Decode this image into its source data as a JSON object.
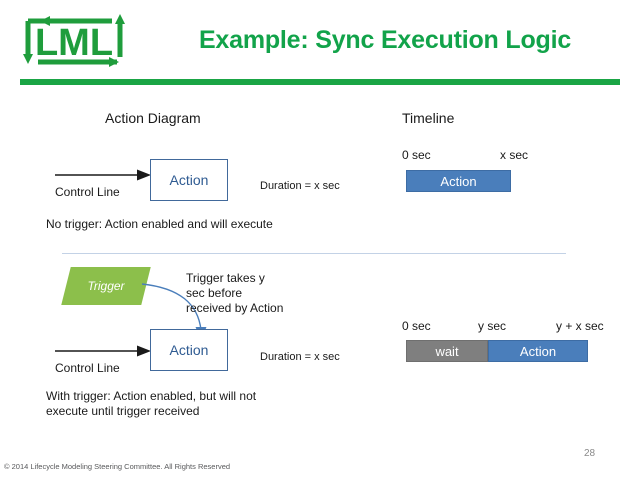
{
  "slide": {
    "title": "Example: Sync Execution Logic",
    "page_number": "28",
    "copyright": "© 2014 Lifecycle Modeling Steering Committee. All Rights Reserved",
    "logo_text": "LML",
    "brand_green": "#1aa545",
    "accent_blue": "#4a7ebb",
    "wait_gray": "#7f7f7f",
    "trigger_green": "#8cbf4b"
  },
  "columns": {
    "left_heading": "Action Diagram",
    "right_heading": "Timeline"
  },
  "case_no_trigger": {
    "control_line_label": "Control Line",
    "action_label": "Action",
    "duration_label": "Duration = x sec",
    "caption": "No trigger: Action enabled and will execute",
    "timeline": {
      "labels": [
        "0 sec",
        "x sec"
      ],
      "segments": [
        {
          "label": "Action",
          "style": "blue"
        }
      ]
    }
  },
  "case_with_trigger": {
    "trigger_label": "Trigger",
    "trigger_note": "Trigger takes y sec before received by Action",
    "trigger_note_lines": [
      "Trigger takes y",
      "sec before",
      "received by Action"
    ],
    "control_line_label": "Control Line",
    "action_label": "Action",
    "duration_label": "Duration = x sec",
    "caption_lines": [
      "With trigger: Action enabled, but will not",
      "execute until trigger received"
    ],
    "timeline": {
      "labels": [
        "0 sec",
        "y sec",
        "y + x sec"
      ],
      "segments": [
        {
          "label": "wait",
          "style": "gray"
        },
        {
          "label": "Action",
          "style": "blue"
        }
      ]
    }
  }
}
